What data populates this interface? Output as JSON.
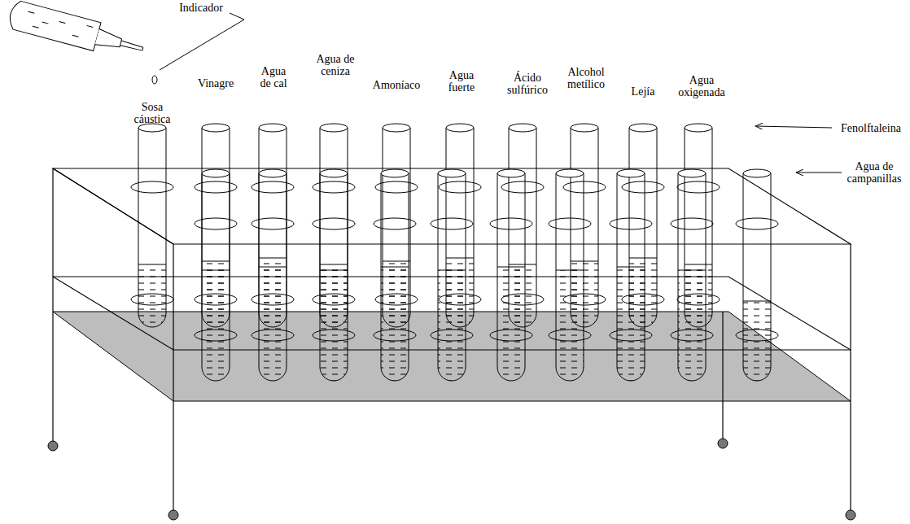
{
  "diagram": {
    "labels": [
      "Indicador",
      "Sosa cáustica",
      "Vinagre",
      "Agua de cal",
      "Agua de ceniza",
      "Amoníaco",
      "Agua fuerte",
      "Ácido sulfúrico",
      "Alcohol metílico",
      "Lejía",
      "Agua oxigenada",
      "Fenolftaleina",
      "Agua de campanillas"
    ]
  }
}
